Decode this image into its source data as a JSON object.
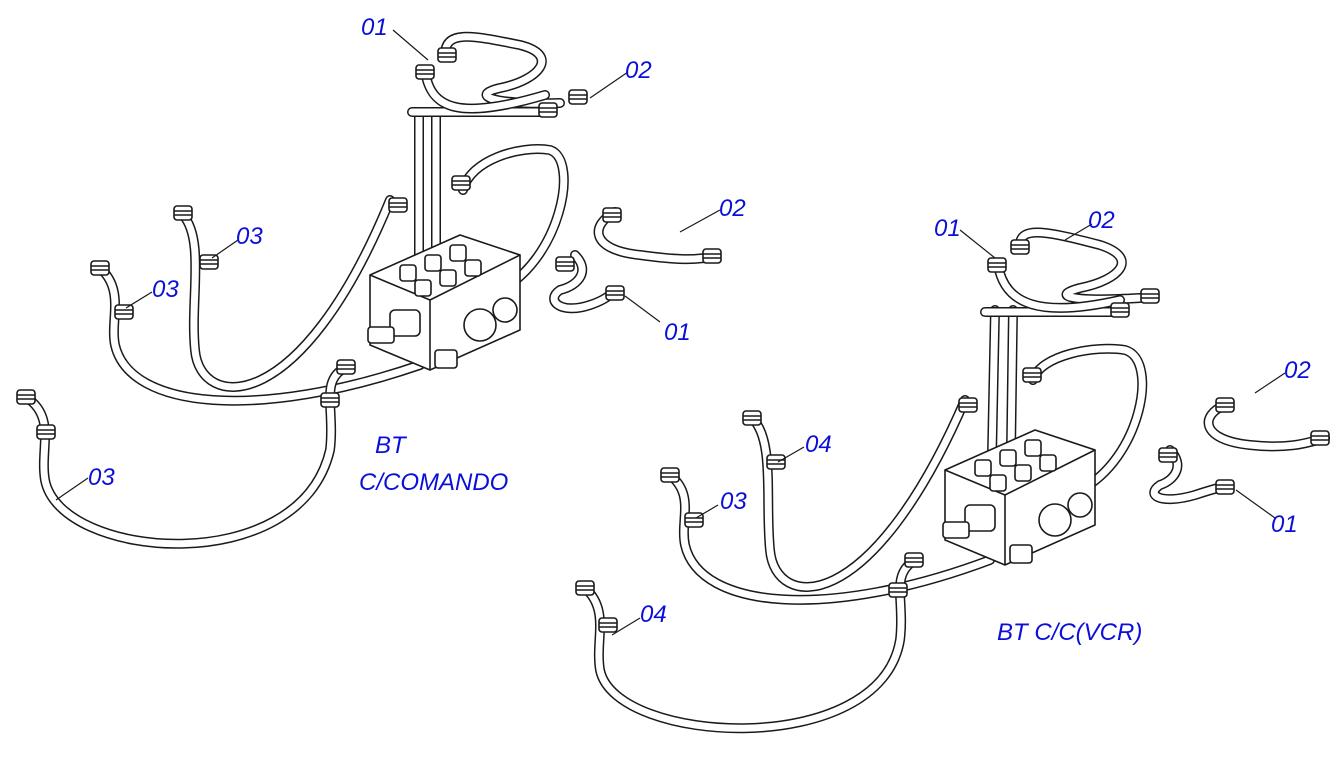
{
  "assemblies": [
    {
      "id": "left",
      "title_lines": [
        "BT",
        "C/COMANDO"
      ],
      "labels": [
        "01",
        "02",
        "02",
        "03",
        "03",
        "01",
        "03"
      ]
    },
    {
      "id": "right",
      "title_lines": [
        "BT C/C(VCR)"
      ],
      "labels": [
        "01",
        "02",
        "02",
        "04",
        "03",
        "01",
        "04"
      ]
    }
  ],
  "colors": {
    "label": "#0b10d8",
    "line": "#1a1a1a",
    "background": "#ffffff"
  }
}
